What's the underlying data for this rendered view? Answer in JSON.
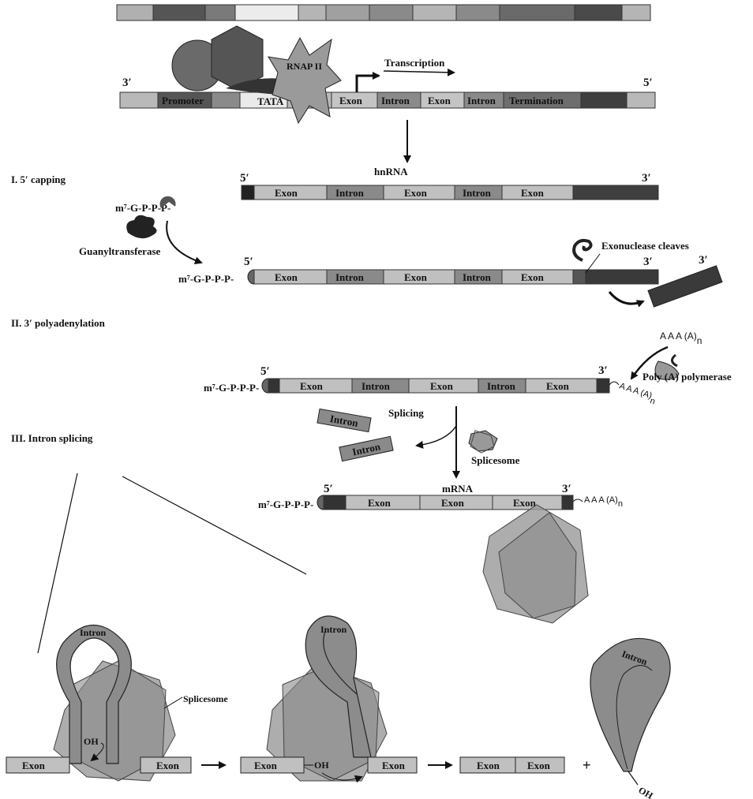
{
  "colors": {
    "light": "#b9b9b9",
    "mid": "#8a8a8a",
    "dark": "#555555",
    "darker": "#3a3a3a",
    "pale": "#e4e4e4"
  },
  "gene": {
    "end_left": "3′",
    "end_right": "5′",
    "promoter": "Promoter",
    "tata": "TATA",
    "rnap": "RNAP II",
    "transcription": "Transcription",
    "segments": [
      "Exon",
      "Intron",
      "Exon",
      "Intron",
      "Termination"
    ]
  },
  "hnrna": {
    "title": "hnRNA",
    "end5": "5′",
    "end3": "3′",
    "segments": [
      "Exon",
      "Intron",
      "Exon",
      "Intron",
      "Exon"
    ]
  },
  "capping": {
    "step_label": "I. 5′ capping",
    "cap": "m⁷-G-P-P-P-",
    "enzyme": "Guanyltransferase",
    "exonuclease": "Exonuclease cleaves",
    "end5": "5′",
    "end3": "3′",
    "fragment_end": "3′",
    "segments": [
      "Exon",
      "Intron",
      "Exon",
      "Intron",
      "Exon"
    ]
  },
  "polyadenylation": {
    "step_label": "II. 3′ polyadenylation",
    "tail_in": "A A A (A)",
    "tail_sub": "n",
    "polymerase": "Poly (A) polymerase",
    "cap": "m⁷-G-P-P-P-",
    "end5": "5′",
    "end3": "3′",
    "tail_attached": "A A A (A)",
    "segments": [
      "Exon",
      "Intron",
      "Exon",
      "Intron",
      "Exon"
    ]
  },
  "splicing": {
    "step_label": "III. Intron splicing",
    "splicing_label": "Splicing",
    "spliceosome": "Splicesome",
    "introns": [
      "Intron",
      "Intron"
    ],
    "mrna_title": "mRNA",
    "cap": "m⁷-G-P-P-P-",
    "end5": "5′",
    "end3": "3′",
    "tail": "A A A (A)",
    "tail_sub": "n",
    "segments": [
      "Exon",
      "Exon",
      "Exon"
    ]
  },
  "mechanism": {
    "panel1": {
      "intron": "Intron",
      "oh": "OH",
      "spliceosome": "Splicesome",
      "exon_left": "Exon",
      "exon_right": "Exon"
    },
    "panel2": {
      "intron": "Intron",
      "exon_left": "Exon",
      "oh": "OH",
      "exon_right": "Exon"
    },
    "panel3": {
      "exon_left": "Exon",
      "exon_right": "Exon",
      "plus": "+",
      "intron": "Intron",
      "oh": "OH"
    }
  }
}
